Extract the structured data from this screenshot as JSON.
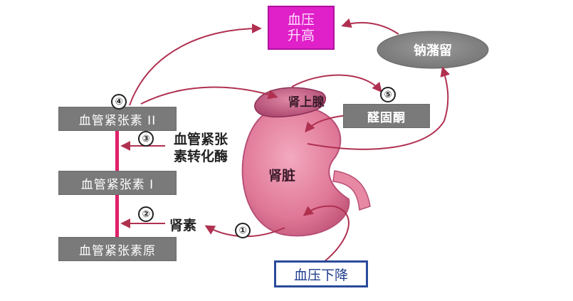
{
  "top_box": {
    "line1": "血压",
    "line2": "升高"
  },
  "sodium": "钠潴留",
  "adrenal": "肾上腺",
  "aldosterone": "醛固酮",
  "kidney": "肾脏",
  "angiotensin2": "血管紧张素 II",
  "angiotensin1": "血管紧张素 I",
  "angiotensinogen": "血管紧张素原",
  "ace": {
    "line1": "血管紧张",
    "line2": "素转化酶"
  },
  "renin": "肾素",
  "bp_drop": "血压下降",
  "steps": [
    "①",
    "②",
    "③",
    "④",
    "⑤"
  ],
  "colors": {
    "magenta": "#e020c8",
    "arrow": "#b03050",
    "kidney": "#e07898",
    "adrenal": "#c85880",
    "gray_box": "#7a7a7a",
    "blue_border": "#2a4a9a"
  }
}
